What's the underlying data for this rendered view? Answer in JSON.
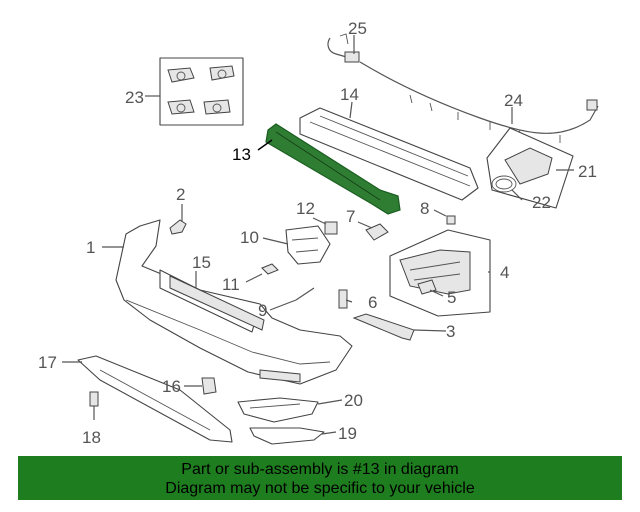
{
  "highlight": {
    "callout": "13",
    "color": "#2e7d32"
  },
  "callouts": [
    "1",
    "2",
    "3",
    "4",
    "5",
    "6",
    "7",
    "9",
    "10",
    "11",
    "12",
    "13",
    "14",
    "15",
    "16",
    "17",
    "18",
    "19",
    "20",
    "21",
    "22",
    "23",
    "24",
    "25",
    "8"
  ],
  "banner": {
    "line1": "Part or sub-assembly is #13 in diagram",
    "line2": "Diagram may not be specific to your vehicle",
    "color": "#1e7d1e"
  }
}
